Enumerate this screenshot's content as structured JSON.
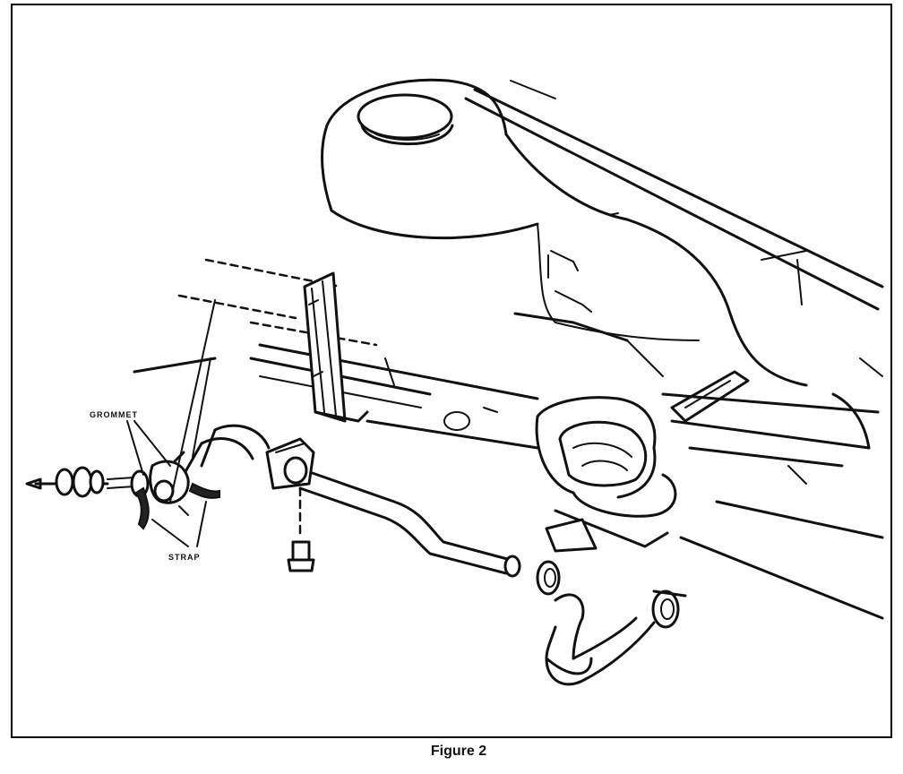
{
  "figure": {
    "caption": "Figure 2"
  },
  "callouts": {
    "grommet": "GROMMET",
    "strap": "STRAP"
  }
}
